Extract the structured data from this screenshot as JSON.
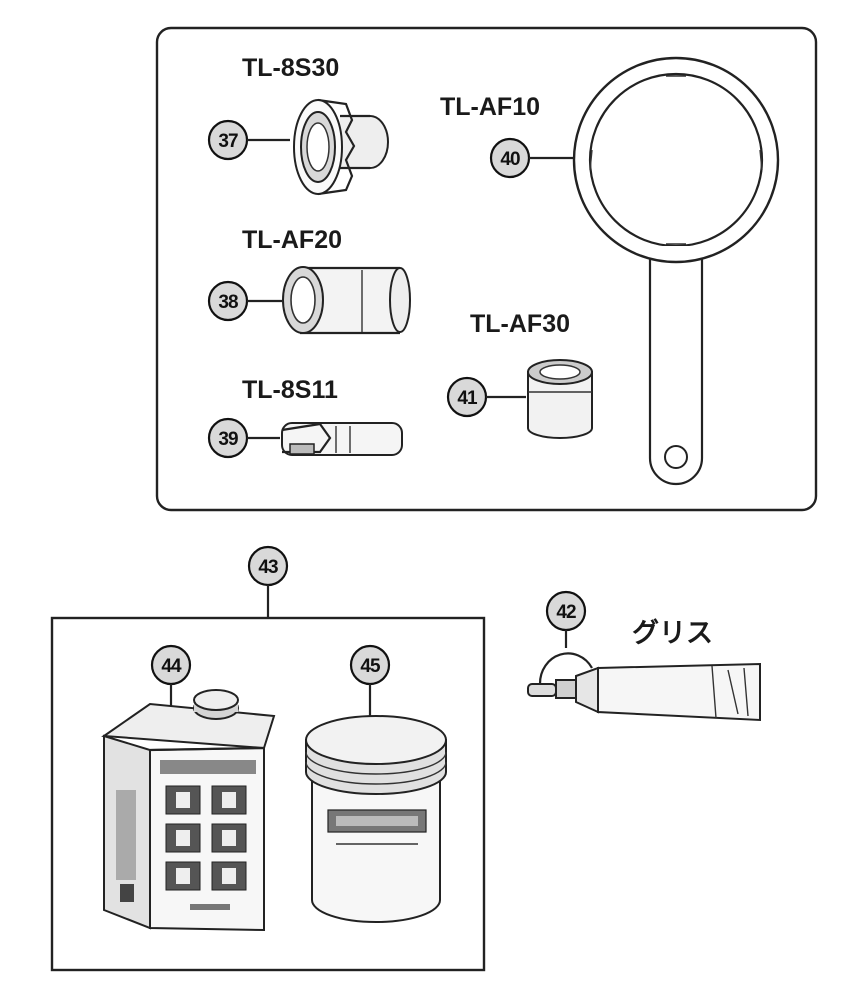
{
  "tools_box": {
    "items": [
      {
        "number": "37",
        "label": "TL-8S30"
      },
      {
        "number": "38",
        "label": "TL-AF20"
      },
      {
        "number": "39",
        "label": "TL-8S11"
      },
      {
        "number": "40",
        "label": "TL-AF10"
      },
      {
        "number": "41",
        "label": "TL-AF30"
      }
    ]
  },
  "grease": {
    "number": "42",
    "label": "グリス"
  },
  "kit": {
    "number": "43"
  },
  "oil_can": {
    "number": "44"
  },
  "jar": {
    "number": "45"
  }
}
